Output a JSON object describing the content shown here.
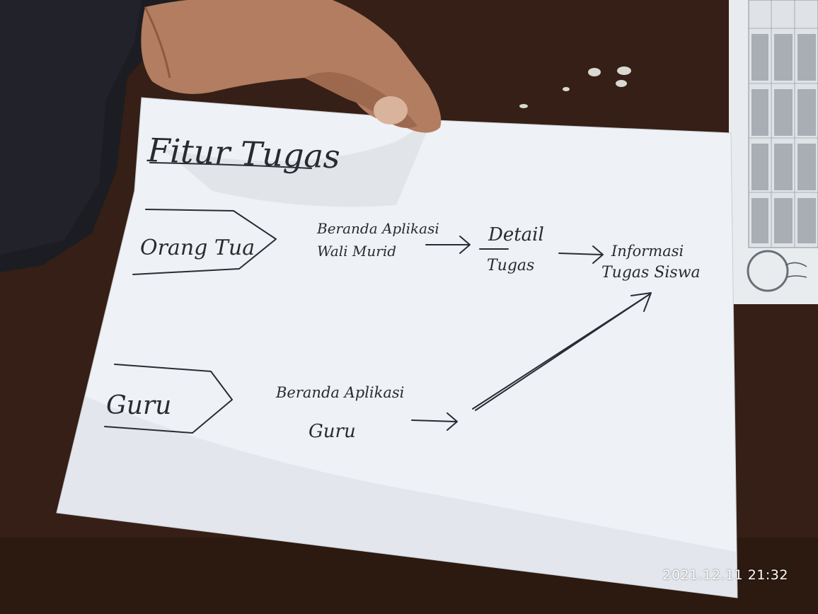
{
  "title": "Fitur Tugas",
  "actors": {
    "orang_tua": "Orang Tua",
    "guru": "Guru"
  },
  "nodes": {
    "beranda_wali_line1": "Beranda Aplikasi",
    "beranda_wali_line2": "Wali Murid",
    "detail_line1": "Detail",
    "detail_line2": "Tugas",
    "informasi_line1": "Informasi",
    "informasi_line2": "Tugas Siswa",
    "beranda_guru_line1": "Beranda Aplikasi",
    "beranda_guru_line2": "Guru"
  },
  "timestamp": "2021.12.11  21:32",
  "colors": {
    "paper": "#f1f3f6",
    "ink": "#2b2b33",
    "table": "#3a2218"
  }
}
